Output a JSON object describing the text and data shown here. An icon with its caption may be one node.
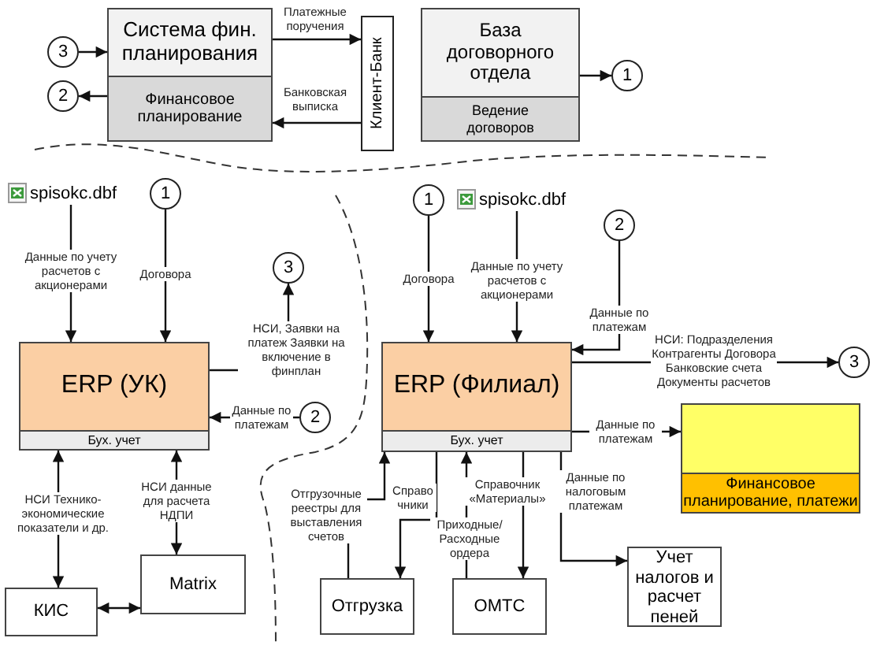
{
  "diagram": {
    "nodes": [
      {
        "text": [
          "Система фин. планирования",
          "Финансовое планирование"
        ]
      },
      {
        "text": [
          "Клиент-Банк"
        ]
      },
      {
        "text": [
          "База договорного отдела",
          "Ведение договоров"
        ]
      },
      {
        "text": [
          "3"
        ]
      },
      {
        "text": [
          "2"
        ]
      },
      {
        "text": [
          "1"
        ]
      },
      {
        "text": [
          "spisokc.dbf"
        ]
      },
      {
        "text": [
          "1"
        ]
      },
      {
        "text": [
          "3"
        ]
      },
      {
        "text": [
          "ERP (УК)",
          "Бух. учет"
        ]
      },
      {
        "text": [
          "2"
        ]
      },
      {
        "text": [
          "1"
        ]
      },
      {
        "text": [
          "spisokc.dbf"
        ]
      },
      {
        "text": [
          "2"
        ]
      },
      {
        "text": [
          "3"
        ]
      },
      {
        "text": [
          "ERP (Филиал)",
          "Бух. учет"
        ]
      },
      {
        "text": [
          "Финансовое планирование, платежи"
        ]
      },
      {
        "text": [
          "КИС"
        ]
      },
      {
        "text": [
          "Matrix"
        ]
      },
      {
        "text": [
          "Отгрузка"
        ]
      },
      {
        "text": [
          "ОМТС"
        ]
      },
      {
        "text": [
          "Учет налогов и расчет пеней"
        ]
      }
    ],
    "edges": [
      {
        "from": 3,
        "to": 0,
        "arrow": "to"
      },
      {
        "from": 0,
        "to": 4,
        "arrow": "to"
      },
      {
        "from": 0,
        "to": 1,
        "arrow": "to",
        "label": "Платежные поручения"
      },
      {
        "from": 1,
        "to": 0,
        "arrow": "to",
        "label": "Банковская выписка"
      },
      {
        "from": 2,
        "to": 5,
        "arrow": "to"
      },
      {
        "from": 6,
        "to": 9,
        "arrow": "to",
        "label": "Данные по учету расчетов с акционерами"
      },
      {
        "from": 7,
        "to": 9,
        "arrow": "to",
        "label": "Договора"
      },
      {
        "from": 9,
        "to": 8,
        "arrow": "to",
        "label": "НСИ, Заявки на платеж Заявки на включение в финплан"
      },
      {
        "from": 10,
        "to": 9,
        "arrow": "to",
        "label": "Данные по платежам"
      },
      {
        "from": 11,
        "to": 15,
        "arrow": "to",
        "label": "Договора"
      },
      {
        "from": 12,
        "to": 15,
        "arrow": "to",
        "label": "Данные по учету расчетов с акционерами"
      },
      {
        "from": 13,
        "to": 15,
        "arrow": "to",
        "label": "Данные по платежам"
      },
      {
        "from": 15,
        "to": 14,
        "arrow": "to",
        "label": "НСИ: Подразделения Контрагенты Договора Банковские счета Документы расчетов"
      },
      {
        "from": 15,
        "to": 16,
        "arrow": "to",
        "label": "Данные по платежам"
      },
      {
        "from": 9,
        "to": 17,
        "arrow": "both",
        "label": "НСИ Технико-экономические показатели и др."
      },
      {
        "from": 9,
        "to": 18,
        "arrow": "both",
        "label": "НСИ данные для расчета НДПИ"
      },
      {
        "from": 17,
        "to": 18,
        "arrow": "both"
      },
      {
        "from": 19,
        "to": 15,
        "arrow": "to",
        "label": "Отгрузочные реестры для выставления счетов"
      },
      {
        "from": 15,
        "to": 19,
        "arrow": "to",
        "label": "Справо чники"
      },
      {
        "from": 20,
        "to": 15,
        "arrow": "to",
        "label": "Приходные/ Расходные ордера"
      },
      {
        "from": 15,
        "to": 20,
        "arrow": "to",
        "label": "Справочник «Материалы»"
      },
      {
        "from": 15,
        "to": 21,
        "arrow": "to",
        "label": "Данные по налоговым платежам"
      }
    ]
  }
}
